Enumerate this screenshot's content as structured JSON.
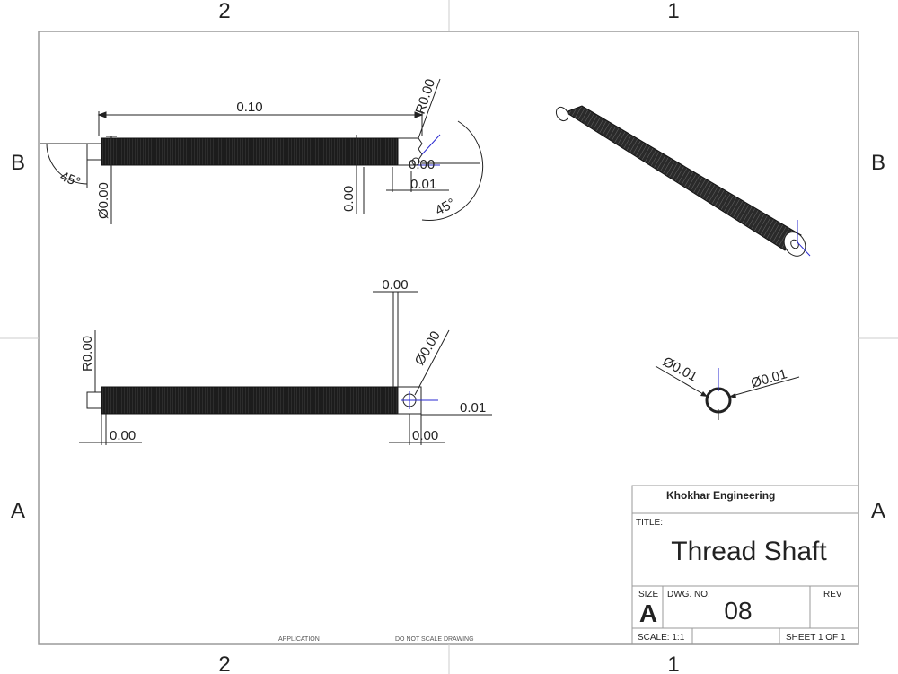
{
  "zones": {
    "col_left": "2",
    "col_right": "1",
    "row_upper": "B",
    "row_lower": "A"
  },
  "top_view": {
    "length_dim": "0.10",
    "radius_end": "R0.00",
    "chamfer_left": "45°",
    "chamfer_right": "45°",
    "left_dia": "Ø0.00",
    "mid_dim": "0.00",
    "hole_dim": "0.00",
    "right_offset": "0.01"
  },
  "front_view": {
    "top_dim": "0.00",
    "left_radius": "R0.00",
    "hole_dia": "Ø0.00",
    "right_dim": "0.01",
    "bottom_left": "0.00",
    "bottom_right": "0.00"
  },
  "section_view": {
    "dia_left": "Ø0.01",
    "dia_right": "Ø0.01"
  },
  "footer": {
    "application": "APPLICATION",
    "scale_note": "DO NOT SCALE DRAWING"
  },
  "title_block": {
    "company": "Khokhar Engineering",
    "title_label": "TITLE:",
    "title": "Thread Shaft",
    "size_label": "SIZE",
    "size": "A",
    "dwg_no_label": "DWG. NO.",
    "dwg_no": "08",
    "rev_label": "REV",
    "scale": "SCALE: 1:1",
    "sheet": "SHEET 1 OF 1"
  },
  "colors": {
    "line": "#222222",
    "border": "#9a9a9a",
    "thread": "#1a1a1a",
    "axis_blue": "#2a2ad0"
  }
}
